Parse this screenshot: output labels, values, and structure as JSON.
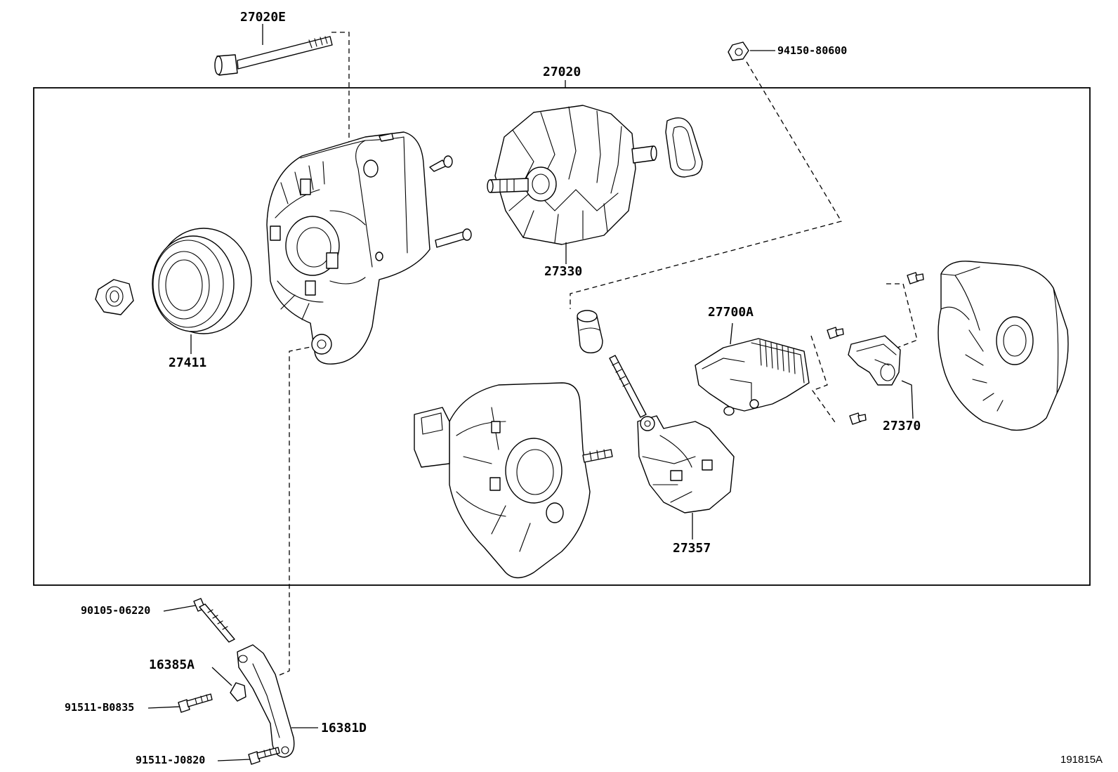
{
  "figure_id": "191815A",
  "parts": {
    "through_bolt": "27020E",
    "nut_94150": "94150-80600",
    "alternator_assy": "27020",
    "rotor": "27330",
    "pulley": "27411",
    "regulator": "27700A",
    "brush_holder": "27357",
    "holder_27370": "27370",
    "bolt_90105": "90105-06220",
    "stud_16385": "16385A",
    "bolt_91511b": "91511-B0835",
    "bracket_16381": "16381D",
    "bolt_91511j": "91511-J0820"
  }
}
